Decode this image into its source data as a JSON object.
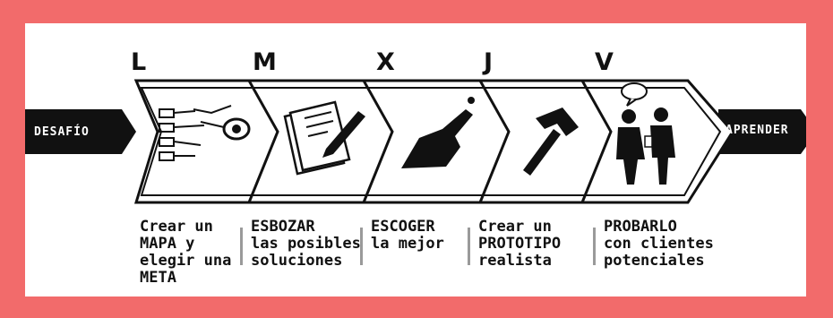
{
  "days": [
    "L",
    "M",
    "X",
    "J",
    "V"
  ],
  "start_label": "DESAFÍO",
  "end_label": "APRENDER",
  "steps": [
    {
      "caption": "Crear un\nMAPA y\nelegir una\nMETA",
      "icon": "map-goal-icon"
    },
    {
      "caption": "ESBOZAR\nlas posibles\nsoluciones",
      "icon": "sketch-pencil-icon"
    },
    {
      "caption": "ESCOGER\nla mejor",
      "icon": "pointing-hand-icon"
    },
    {
      "caption": "Crear un\nPROTOTIPO\nrealista",
      "icon": "hammer-icon"
    },
    {
      "caption": "PROBARLO\ncon clientes\npotenciales",
      "icon": "people-talking-icon"
    }
  ],
  "colors": {
    "border": "#f26b6b",
    "ink": "#111111",
    "separator": "#9a9a9a"
  }
}
